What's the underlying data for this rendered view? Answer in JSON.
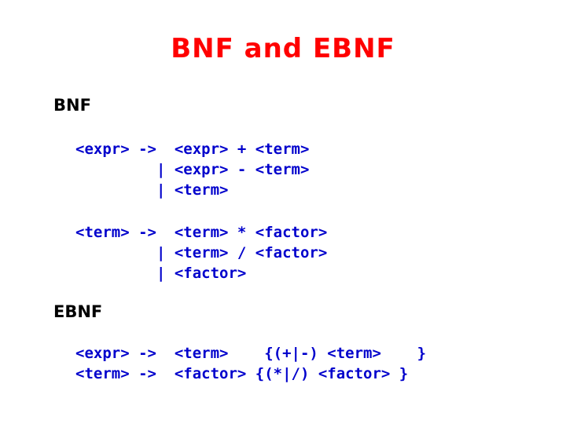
{
  "slide": {
    "title": "BNF and EBNF",
    "title_color": "#ff0000",
    "code_color": "#0000cc",
    "text_color": "#000000",
    "background": "#ffffff",
    "sections": {
      "bnf_label": "BNF",
      "ebnf_label": "EBNF"
    },
    "bnf_expr_rule": "<expr> ->  <expr> + <term>\n         | <expr> - <term>\n         | <term>",
    "bnf_term_rule": "<term> ->  <term> * <factor>\n         | <term> / <factor>\n         | <factor>",
    "ebnf_rules": "<expr> ->  <term>    {(+|-) <term>    }\n<term> ->  <factor> {(*|/) <factor> }"
  }
}
